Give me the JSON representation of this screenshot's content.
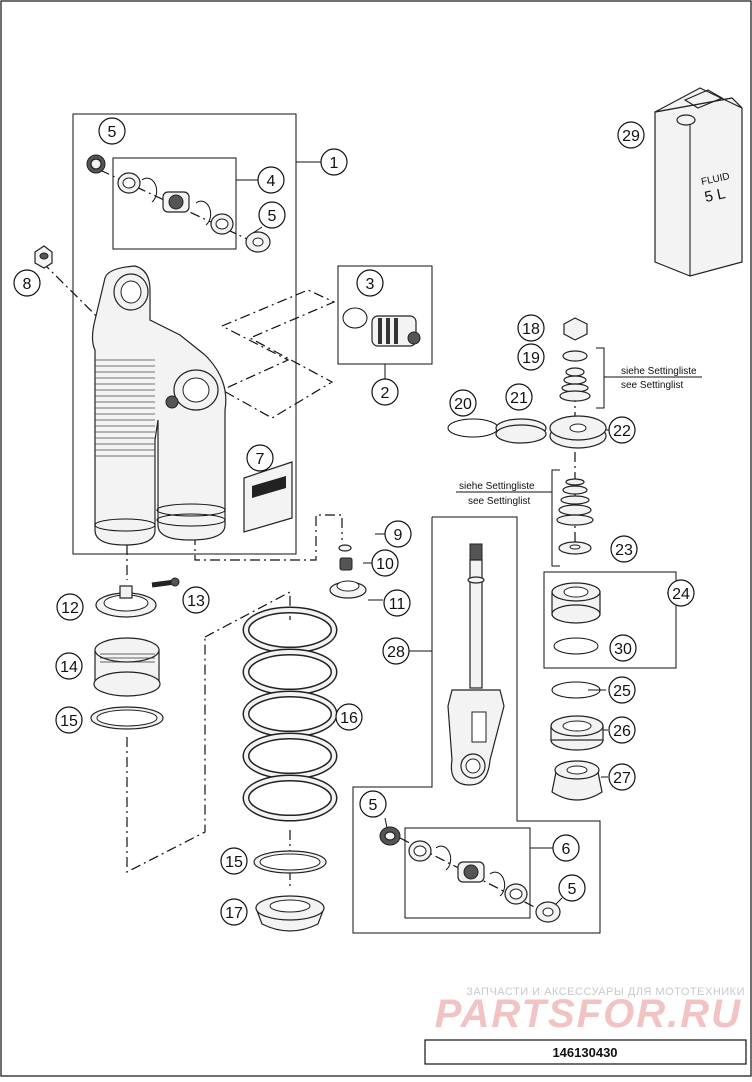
{
  "callouts": [
    {
      "id": "c1",
      "label": "1"
    },
    {
      "id": "c2",
      "label": "2"
    },
    {
      "id": "c3",
      "label": "3"
    },
    {
      "id": "c4",
      "label": "4"
    },
    {
      "id": "c5a",
      "label": "5"
    },
    {
      "id": "c5b",
      "label": "5"
    },
    {
      "id": "c5c",
      "label": "5"
    },
    {
      "id": "c5d",
      "label": "5"
    },
    {
      "id": "c6",
      "label": "6"
    },
    {
      "id": "c7",
      "label": "7"
    },
    {
      "id": "c8",
      "label": "8"
    },
    {
      "id": "c9",
      "label": "9"
    },
    {
      "id": "c10",
      "label": "10"
    },
    {
      "id": "c11",
      "label": "11"
    },
    {
      "id": "c12",
      "label": "12"
    },
    {
      "id": "c13",
      "label": "13"
    },
    {
      "id": "c14",
      "label": "14"
    },
    {
      "id": "c15a",
      "label": "15"
    },
    {
      "id": "c15b",
      "label": "15"
    },
    {
      "id": "c16",
      "label": "16"
    },
    {
      "id": "c17",
      "label": "17"
    },
    {
      "id": "c18",
      "label": "18"
    },
    {
      "id": "c19",
      "label": "19"
    },
    {
      "id": "c20",
      "label": "20"
    },
    {
      "id": "c21",
      "label": "21"
    },
    {
      "id": "c22",
      "label": "22"
    },
    {
      "id": "c23",
      "label": "23"
    },
    {
      "id": "c24",
      "label": "24"
    },
    {
      "id": "c25",
      "label": "25"
    },
    {
      "id": "c26",
      "label": "26"
    },
    {
      "id": "c27",
      "label": "27"
    },
    {
      "id": "c28",
      "label": "28"
    },
    {
      "id": "c29",
      "label": "29"
    },
    {
      "id": "c30",
      "label": "30"
    }
  ],
  "notes": {
    "setting_de_1": "siehe Settingliste",
    "setting_en_1": "see Settinglist",
    "setting_de_2": "siehe Settingliste",
    "setting_en_2": "see Settinglist"
  },
  "canister": {
    "line1": "FLUID",
    "line2": "5 L"
  },
  "watermark": {
    "tagline": "ЗАПЧАСТИ И АКСЕССУАРЫ ДЛЯ МОТОТЕХНИКИ",
    "brand": "PARTSFOR.RU"
  },
  "document": {
    "number": "146130430"
  },
  "colors": {
    "line": "#111111",
    "watermark": "#e89898"
  }
}
